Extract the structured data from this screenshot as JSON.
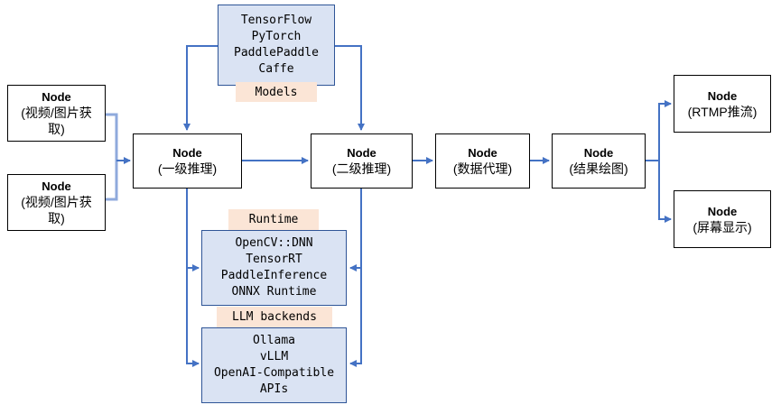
{
  "colors": {
    "connector": "#4472C4",
    "connector_light": "#8FAADC",
    "framework_box_fill": "#DAE3F3",
    "framework_box_border": "#2F5597",
    "tag_background": "#FBE5D6",
    "node_fill": "#FFFFFF",
    "node_border": "#000000"
  },
  "models": {
    "tag": "Models",
    "items": [
      "TensorFlow",
      "PyTorch",
      "PaddlePaddle",
      "Caffe"
    ]
  },
  "runtime": {
    "tag": "Runtime",
    "items": [
      "OpenCV::DNN",
      "TensorRT",
      "PaddleInference",
      "ONNX Runtime"
    ]
  },
  "llm": {
    "tag": "LLM backends",
    "items": [
      "Ollama",
      "vLLM",
      "OpenAI-Compatible",
      "APIs"
    ]
  },
  "nodes": {
    "capture1": {
      "title": "Node",
      "subtitle": "(视频/图片获取)"
    },
    "capture2": {
      "title": "Node",
      "subtitle": "(视频/图片获取)"
    },
    "infer1": {
      "title": "Node",
      "subtitle": "(一级推理)"
    },
    "infer2": {
      "title": "Node",
      "subtitle": "(二级推理)"
    },
    "data_proxy": {
      "title": "Node",
      "subtitle": "(数据代理)"
    },
    "result_draw": {
      "title": "Node",
      "subtitle": "(结果绘图)"
    },
    "rtmp": {
      "title": "Node",
      "subtitle": "(RTMP推流)"
    },
    "screen": {
      "title": "Node",
      "subtitle": "(屏幕显示)"
    }
  }
}
